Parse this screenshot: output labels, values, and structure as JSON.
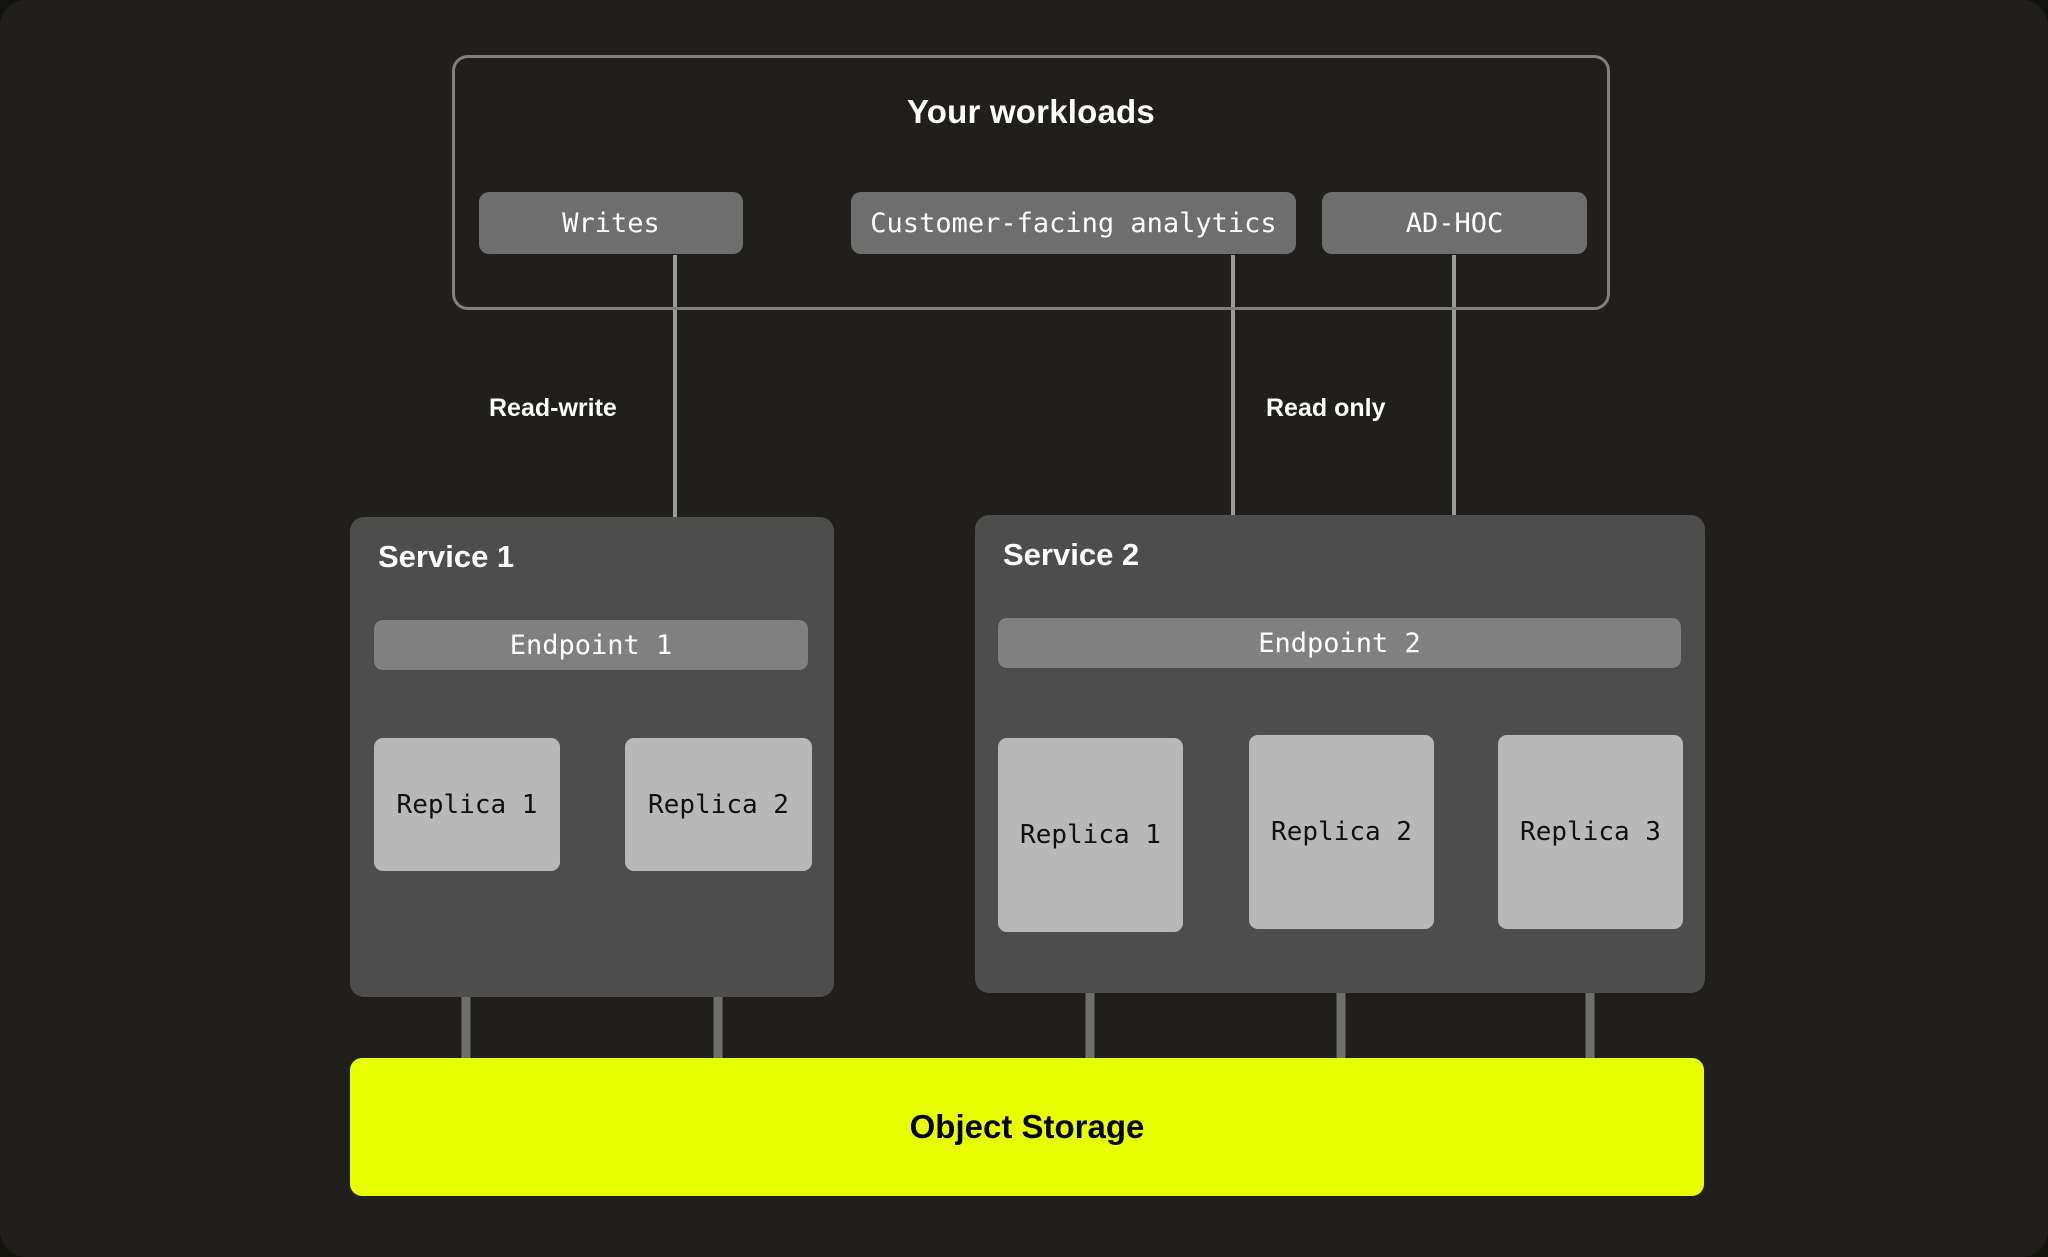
{
  "workloads": {
    "title": "Your workloads",
    "buttons": [
      {
        "label": "Writes"
      },
      {
        "label": "Customer-facing analytics"
      },
      {
        "label": "AD-HOC"
      }
    ]
  },
  "edge_labels": {
    "read_write": "Read-write",
    "read_only": "Read only"
  },
  "services": [
    {
      "title": "Service 1",
      "endpoint": "Endpoint 1",
      "replicas": [
        {
          "label": "Replica 1"
        },
        {
          "label": "Replica 2"
        }
      ]
    },
    {
      "title": "Service 2",
      "endpoint": "Endpoint 2",
      "replicas": [
        {
          "label": "Replica 1"
        },
        {
          "label": "Replica 2"
        },
        {
          "label": "Replica 3"
        }
      ]
    }
  ],
  "storage": {
    "label": "Object Storage"
  },
  "colors": {
    "background": "#201f1c",
    "frame_border": "#808080",
    "workload_button": "#6e6e6e",
    "service_container": "#4d4d4d",
    "endpoint": "#808080",
    "replica": "#b8b8b8",
    "storage_accent": "#e8ff00",
    "connector": "#9a9a9a",
    "text_light": "#ffffff",
    "text_dark": "#000000"
  }
}
